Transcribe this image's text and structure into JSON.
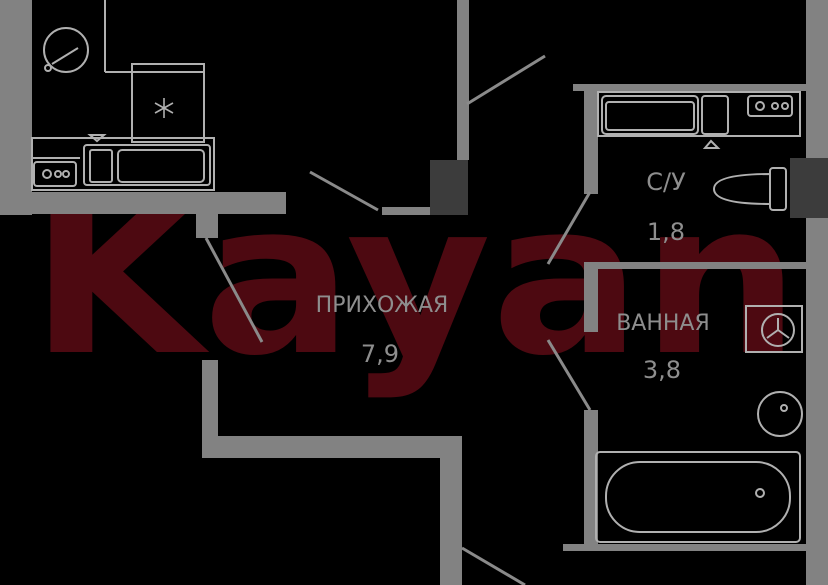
{
  "watermark": {
    "text": "Kayan",
    "color": "#5a0b14"
  },
  "colors": {
    "background": "#000000",
    "wall": "#828282",
    "line": "#8a8a8a",
    "fixture": "#b0b0b0"
  },
  "rooms": [
    {
      "id": "hallway",
      "name": "ПРИХОЖАЯ",
      "area": "7,9"
    },
    {
      "id": "toilet",
      "name": "С/У",
      "area": "1,8"
    },
    {
      "id": "bathroom",
      "name": "ВАННАЯ",
      "area": "3,8"
    }
  ],
  "fixtures": [
    "washing-machine",
    "fridge",
    "stove",
    "kitchen-sink",
    "toilet",
    "washbasin",
    "bathtub",
    "heated-towel-rail"
  ]
}
